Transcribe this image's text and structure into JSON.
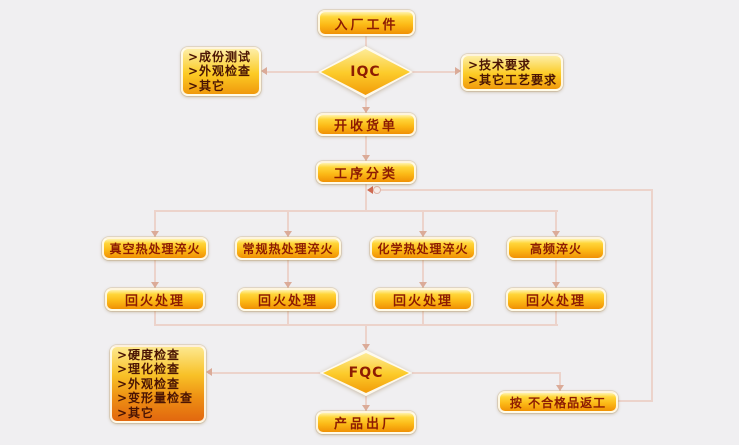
{
  "colors": {
    "background": "#f0eff1",
    "box_gold": "#fcb916",
    "box_deep_orange": "#e2670f",
    "node_text": "#8d1c03",
    "note_text": "#4a1404",
    "connector": "#ecd3cb"
  },
  "nodes": {
    "entry": "入厂工件",
    "iqc": "IQC",
    "iqc_note_left": [
      ">成份测试",
      ">外观检查",
      ">其它"
    ],
    "iqc_note_right": [
      ">技术要求",
      ">其它工艺要求"
    ],
    "receipt": "开收货单",
    "classify": "工序分类",
    "quench": [
      "真空热处理淬火",
      "常规热处理淬火",
      "化学热处理淬火",
      "高频淬火"
    ],
    "temper": "回火处理",
    "fqc": "FQC",
    "fqc_note": [
      ">硬度检查",
      ">理化检查",
      ">外观检查",
      ">变形量检查",
      ">其它"
    ],
    "ship": "产品出厂",
    "rework": "按 不合格品返工"
  }
}
